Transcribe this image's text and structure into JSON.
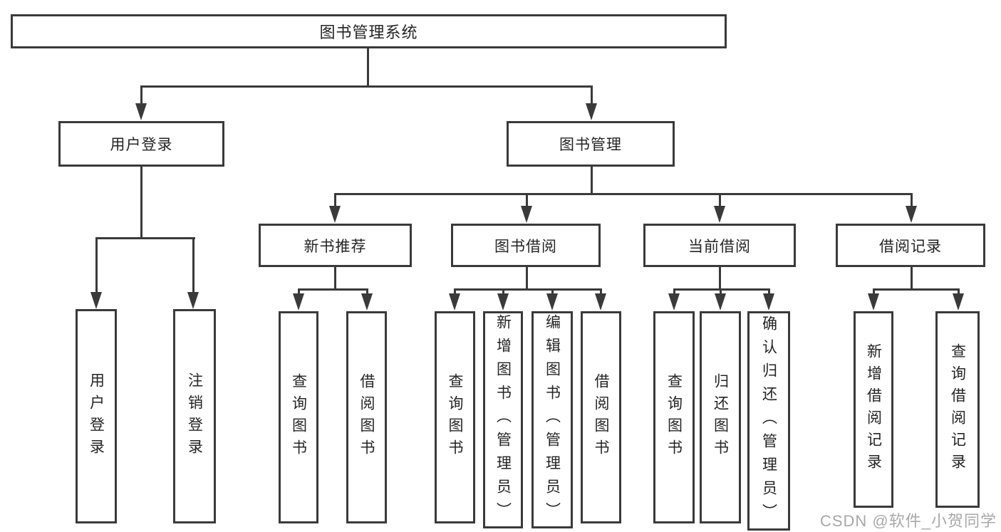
{
  "diagram": {
    "root": {
      "label": "图书管理系统"
    },
    "user_login": {
      "label": "用户登录",
      "children": {
        "login": {
          "label": "用户登录"
        },
        "logout": {
          "label": "注销登录"
        }
      }
    },
    "book_management": {
      "label": "图书管理",
      "children": {
        "new_book_recommend": {
          "label": "新书推荐",
          "children": {
            "query_books": {
              "label": "查询图书"
            },
            "borrow_books": {
              "label": "借阅图书"
            }
          }
        },
        "book_borrowing": {
          "label": "图书借阅",
          "children": {
            "query_books": {
              "label": "查询图书"
            },
            "add_books_admin": {
              "label": "新增图书（管理员）"
            },
            "edit_books_admin": {
              "label": "编辑图书（管理员）"
            },
            "borrow_books": {
              "label": "借阅图书"
            }
          }
        },
        "current_borrowing": {
          "label": "当前借阅",
          "children": {
            "query_books": {
              "label": "查询图书"
            },
            "return_books": {
              "label": "归还图书"
            },
            "confirm_return_admin": {
              "label": "确认归还（管理员）"
            }
          }
        },
        "borrowing_records": {
          "label": "借阅记录",
          "children": {
            "add_borrow_record": {
              "label": "新增借阅记录"
            },
            "query_borrow_record": {
              "label": "查询借阅记录"
            }
          }
        }
      }
    }
  },
  "watermark": {
    "text": "CSDN @软件_小贺同学"
  },
  "colors": {
    "line": "#3a3a3a",
    "text": "#242424",
    "watermark": "#a8a8a8",
    "background": "#ffffff"
  }
}
